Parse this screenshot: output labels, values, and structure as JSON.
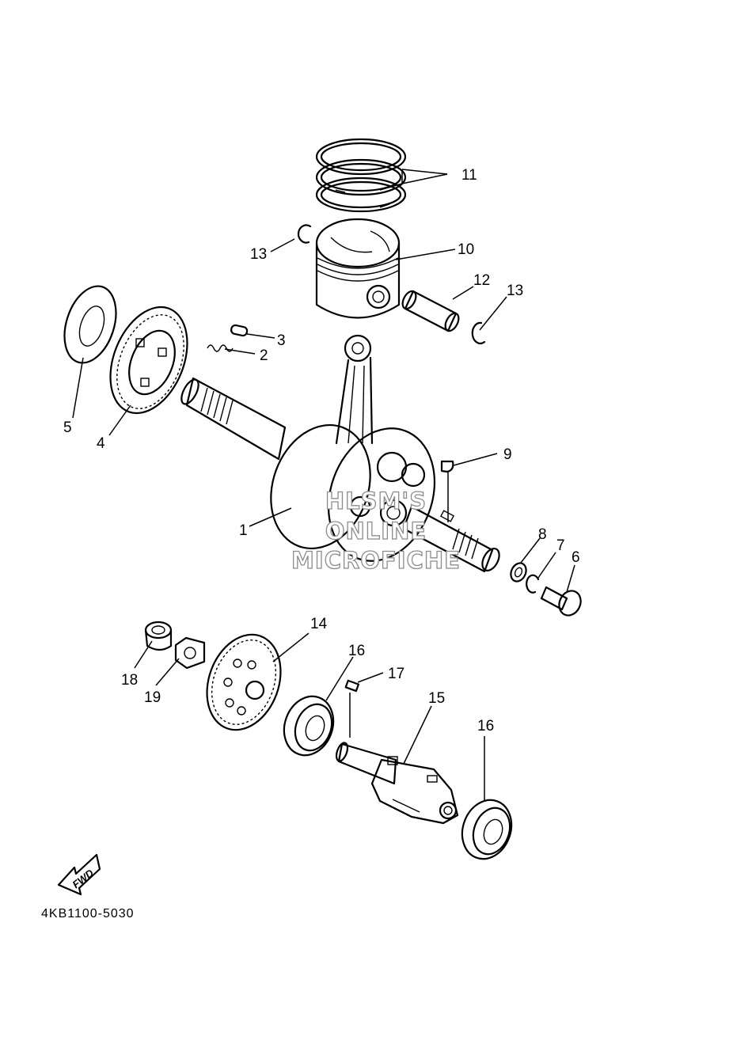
{
  "diagram": {
    "callouts": [
      {
        "id": "c1",
        "label": "1"
      },
      {
        "id": "c2",
        "label": "2"
      },
      {
        "id": "c3",
        "label": "3"
      },
      {
        "id": "c4",
        "label": "4"
      },
      {
        "id": "c5",
        "label": "5"
      },
      {
        "id": "c6",
        "label": "6"
      },
      {
        "id": "c7",
        "label": "7"
      },
      {
        "id": "c8",
        "label": "8"
      },
      {
        "id": "c9",
        "label": "9"
      },
      {
        "id": "c10",
        "label": "10"
      },
      {
        "id": "c11",
        "label": "11"
      },
      {
        "id": "c12",
        "label": "12"
      },
      {
        "id": "c13a",
        "label": "13"
      },
      {
        "id": "c13b",
        "label": "13"
      },
      {
        "id": "c14",
        "label": "14"
      },
      {
        "id": "c15",
        "label": "15"
      },
      {
        "id": "c16a",
        "label": "16"
      },
      {
        "id": "c16b",
        "label": "16"
      },
      {
        "id": "c17",
        "label": "17"
      },
      {
        "id": "c18",
        "label": "18"
      },
      {
        "id": "c19",
        "label": "19"
      }
    ],
    "watermark": [
      "HLSM'S",
      "ONLINE",
      "MICROFICHE"
    ],
    "fwd_label": "FWD",
    "drawing_code": "4KB1100-5030"
  },
  "colors": {
    "ink": "#000000",
    "watermark_outline": "#8c8c8c",
    "background": "#ffffff"
  }
}
